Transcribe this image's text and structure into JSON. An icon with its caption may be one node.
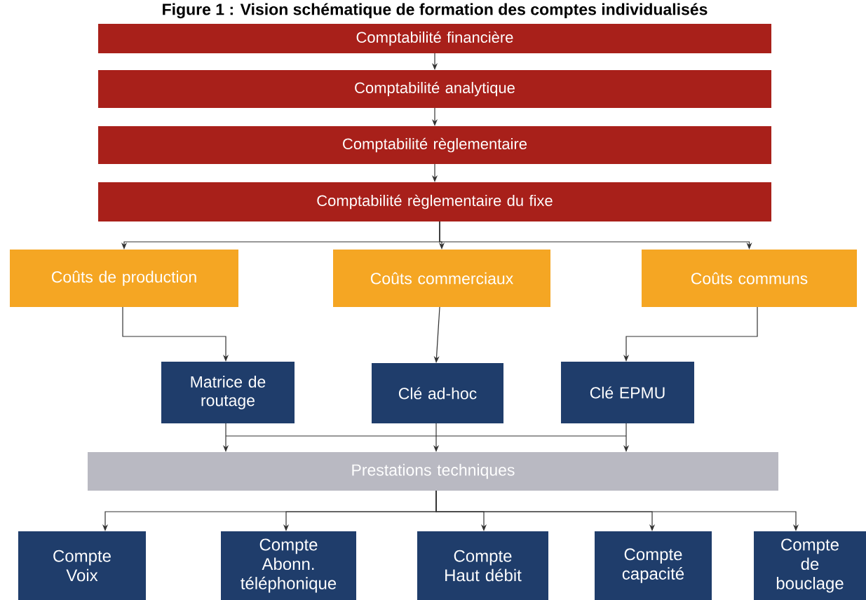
{
  "diagram": {
    "title": "Figure 1 : Vision schématique de formation des comptes individualisés",
    "nodes": [
      {
        "text": [
          "Comptabilité financière"
        ]
      },
      {
        "text": [
          "Comptabilité analytique"
        ]
      },
      {
        "text": [
          "Comptabilité règlementaire"
        ]
      },
      {
        "text": [
          "Comptabilité règlementaire du fixe"
        ]
      },
      {
        "text": [
          "Coûts de production"
        ]
      },
      {
        "text": [
          "Coûts commerciaux"
        ]
      },
      {
        "text": [
          "Coûts communs"
        ]
      },
      {
        "text": [
          "Matrice de routage"
        ]
      },
      {
        "text": [
          "Clé ad-hoc"
        ]
      },
      {
        "text": [
          "Clé EPMU"
        ]
      },
      {
        "text": [
          "Prestations techniques"
        ]
      },
      {
        "text": [
          "Compte Voix"
        ]
      },
      {
        "text": [
          "Compte Abonn. téléphonique"
        ]
      },
      {
        "text": [
          "Compte Haut débit"
        ]
      },
      {
        "text": [
          "Compte capacité"
        ]
      },
      {
        "text": [
          "Compte de bouclage"
        ]
      }
    ],
    "edges": [
      {
        "from": 0,
        "to": 1,
        "arrow": "to"
      },
      {
        "from": 1,
        "to": 2,
        "arrow": "to"
      },
      {
        "from": 2,
        "to": 3,
        "arrow": "to"
      },
      {
        "from": 3,
        "to": 4,
        "arrow": "to"
      },
      {
        "from": 3,
        "to": 5,
        "arrow": "to"
      },
      {
        "from": 3,
        "to": 6,
        "arrow": "to"
      },
      {
        "from": 4,
        "to": 7,
        "arrow": "to"
      },
      {
        "from": 5,
        "to": 8,
        "arrow": "to"
      },
      {
        "from": 6,
        "to": 9,
        "arrow": "to"
      },
      {
        "from": 7,
        "to": 10,
        "arrow": "to"
      },
      {
        "from": 8,
        "to": 10,
        "arrow": "to"
      },
      {
        "from": 9,
        "to": 10,
        "arrow": "to"
      },
      {
        "from": 10,
        "to": 11,
        "arrow": "to"
      },
      {
        "from": 10,
        "to": 12,
        "arrow": "to"
      },
      {
        "from": 10,
        "to": 13,
        "arrow": "to"
      },
      {
        "from": 10,
        "to": 14,
        "arrow": "to"
      },
      {
        "from": 10,
        "to": 15,
        "arrow": "to"
      }
    ]
  }
}
